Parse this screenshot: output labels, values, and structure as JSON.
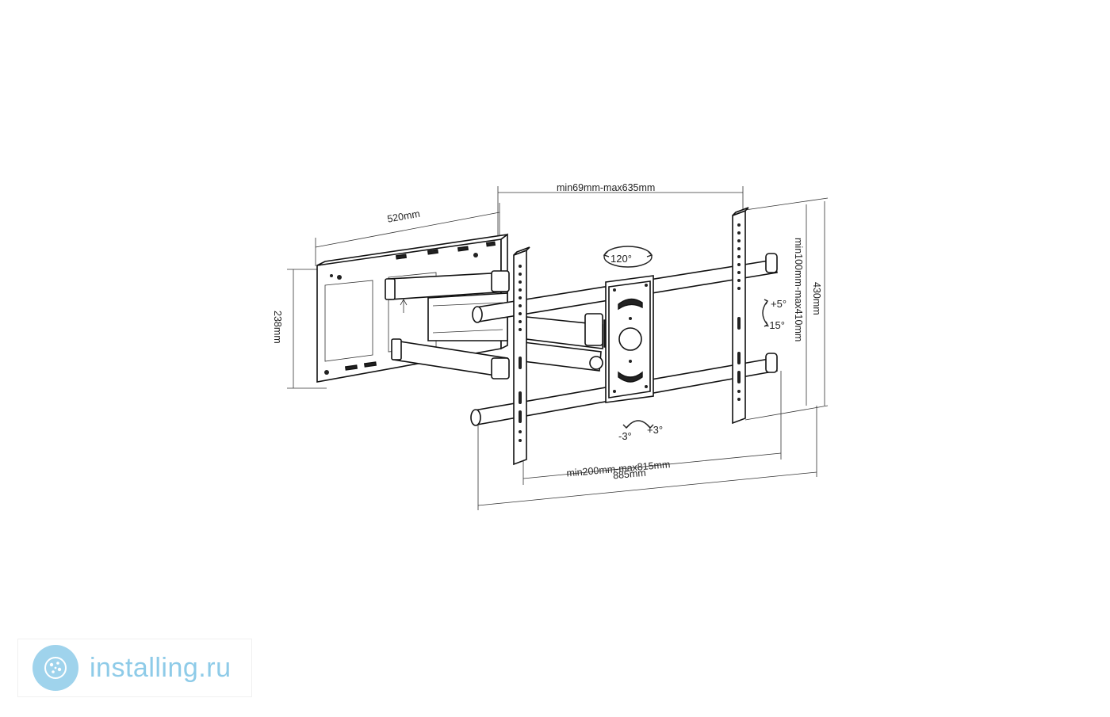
{
  "diagram": {
    "dimensions": {
      "wall_plate_width": "520mm",
      "wall_plate_height": "238mm",
      "extension_range": "min69mm-max635mm",
      "vesa_vertical": "min100mm-max410mm",
      "total_height": "430mm",
      "vesa_horizontal": "min200mm-max815mm",
      "total_width": "885mm"
    },
    "angles": {
      "swivel": "120°",
      "tilt_up": "+5°",
      "tilt_down": "-15°",
      "roll_left": "-3°",
      "roll_right": "+3°"
    }
  },
  "watermark": {
    "text": "installing.ru",
    "logo": "globe-icon"
  }
}
